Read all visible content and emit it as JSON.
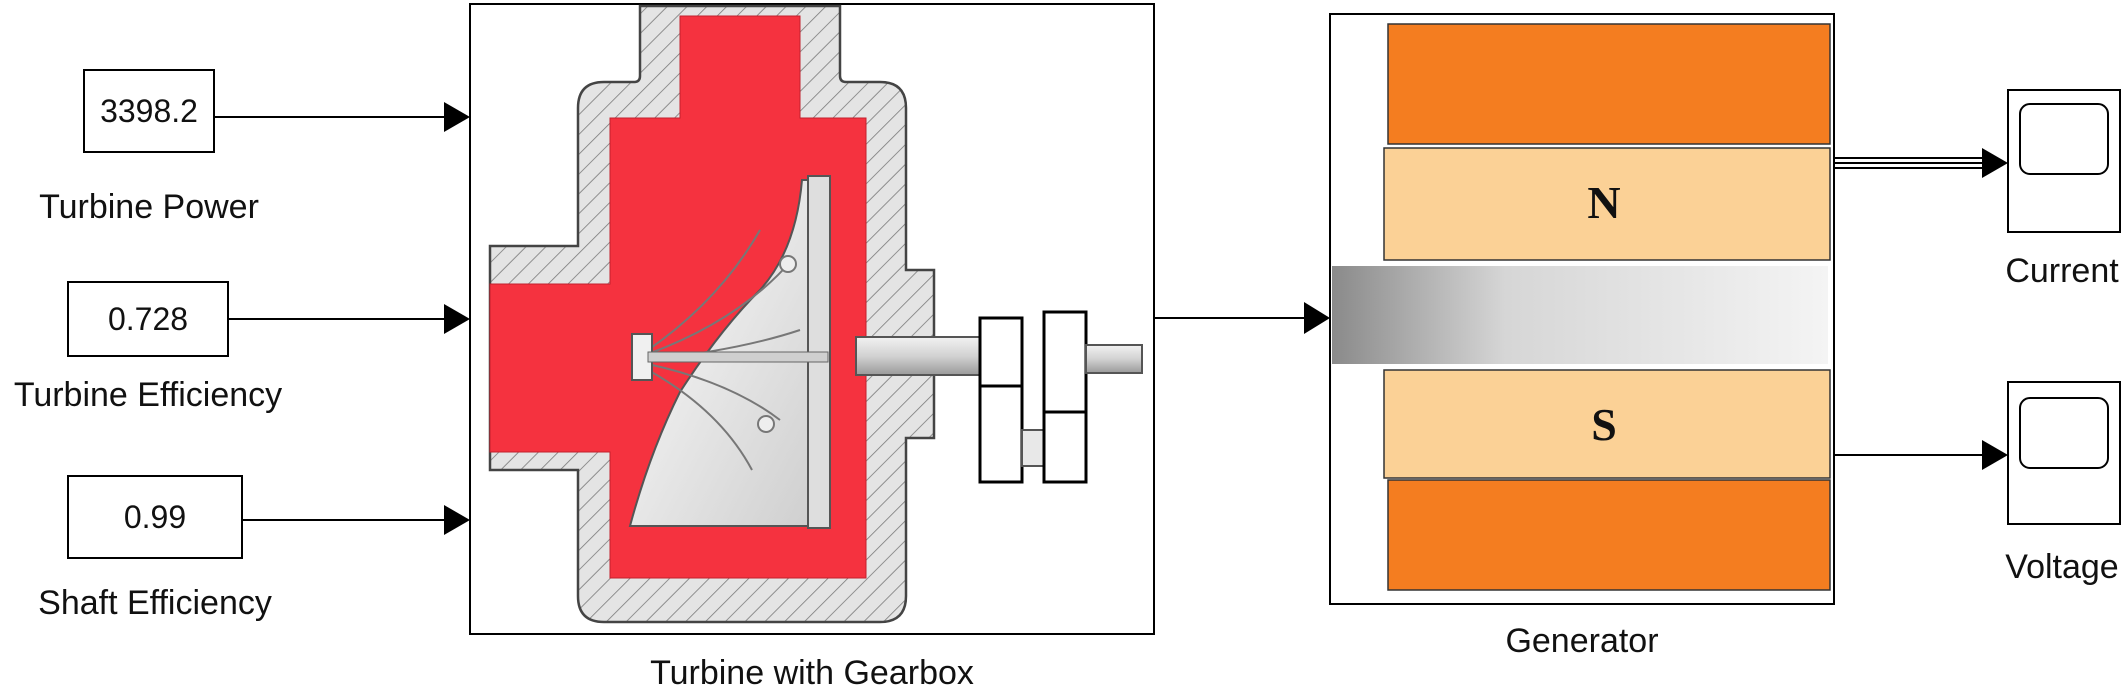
{
  "constants": [
    {
      "value": "3398.2",
      "label": "Turbine Power"
    },
    {
      "value": "0.728",
      "label": "Turbine Efficiency"
    },
    {
      "value": "0.99",
      "label": "Shaft Efficiency"
    }
  ],
  "turbine": {
    "label": "Turbine with Gearbox",
    "fluid_color": "#f5323f"
  },
  "generator": {
    "label": "Generator",
    "north": "N",
    "south": "S",
    "magnet_color": "#f47d20",
    "pole_color": "#fbd196"
  },
  "scopes": [
    {
      "label": "Current"
    },
    {
      "label": "Voltage"
    }
  ]
}
